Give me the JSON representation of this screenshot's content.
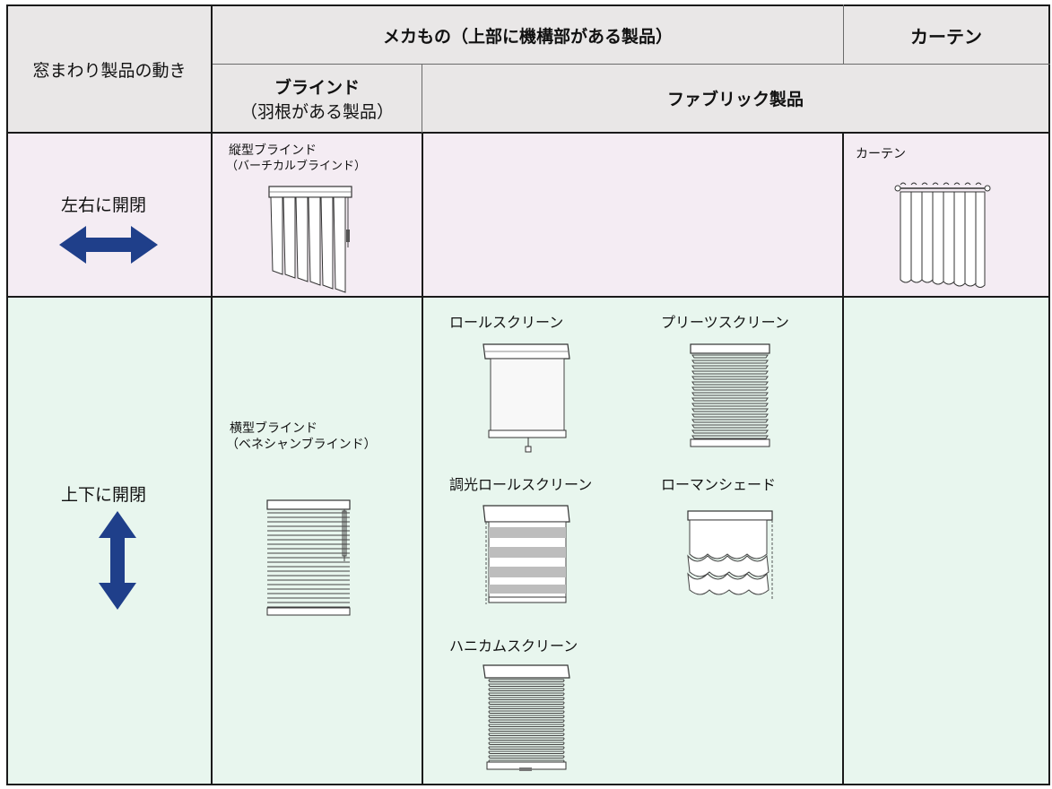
{
  "header": {
    "movement": "窓まわり製品の動き",
    "mechanical": "メカもの（上部に機構部がある製品）",
    "curtain": "カーテン",
    "blind_line1": "ブラインド",
    "blind_line2": "（羽根がある製品）",
    "fabric": "ファブリック製品"
  },
  "rows": {
    "horizontal": {
      "movement_label": "左右に開閉",
      "arrow_icon": "left-right-arrow-icon",
      "blind": {
        "name": "縦型ブラインド",
        "sub": "（バーチカルブラインド）",
        "icon": "vertical-blind-icon"
      },
      "curtain": {
        "name": "カーテン",
        "icon": "curtain-icon"
      }
    },
    "vertical": {
      "movement_label": "上下に開閉",
      "arrow_icon": "up-down-arrow-icon",
      "blind": {
        "name": "横型ブラインド",
        "sub": "（ベネシャンブラインド）",
        "icon": "venetian-blind-icon"
      },
      "fabric_products": [
        {
          "name": "ロールスクリーン",
          "icon": "roll-screen-icon"
        },
        {
          "name": "プリーツスクリーン",
          "icon": "pleated-screen-icon"
        },
        {
          "name": "調光ロールスクリーン",
          "icon": "dimming-roll-screen-icon"
        },
        {
          "name": "ローマンシェード",
          "icon": "roman-shade-icon"
        },
        {
          "name": "ハニカムスクリーン",
          "icon": "honeycomb-screen-icon"
        }
      ]
    }
  },
  "colors": {
    "header_bg": "#e9e7e7",
    "row1_bg": "#f4ecf3",
    "row2_bg": "#e8f6ee",
    "arrow": "#1f3f8a"
  }
}
